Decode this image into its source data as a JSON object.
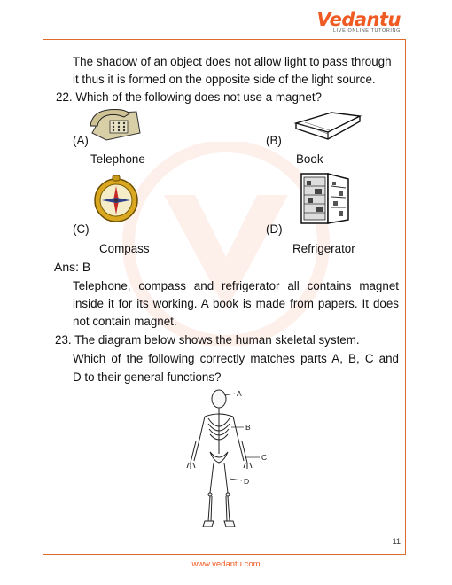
{
  "header": {
    "brand": "Vedantu",
    "tagline": "LIVE ONLINE TUTORING"
  },
  "intro": {
    "line1": "The shadow of an object does not allow light to pass through",
    "line2": "it thus it is formed on the opposite side of the light source."
  },
  "q22": {
    "question": "22.  Which of the following does not use a magnet?",
    "options": [
      {
        "letter": "(A)",
        "label": "Telephone",
        "icon": "telephone-icon"
      },
      {
        "letter": "(B)",
        "label": "Book",
        "icon": "book-icon"
      },
      {
        "letter": "(C)",
        "label": "Compass",
        "icon": "compass-icon"
      },
      {
        "letter": "(D)",
        "label": "Refrigerator",
        "icon": "refrigerator-icon"
      }
    ],
    "answer": "Ans: B",
    "explanation": [
      "Telephone, compass and refrigerator all contains magnet",
      "inside it for its working.  A book is made from papers. It does",
      "not contain magnet."
    ]
  },
  "q23": {
    "line1": "23. The diagram below shows the human skeletal system.",
    "line2": "Which of the following correctly matches parts A, B, C and",
    "line3": "D to their general functions?",
    "labels": [
      "A",
      "B",
      "C",
      "D"
    ]
  },
  "page_number": "11",
  "footer": "www.vedantu.com",
  "colors": {
    "accent": "#f05a23",
    "border": "#e06a2a"
  }
}
